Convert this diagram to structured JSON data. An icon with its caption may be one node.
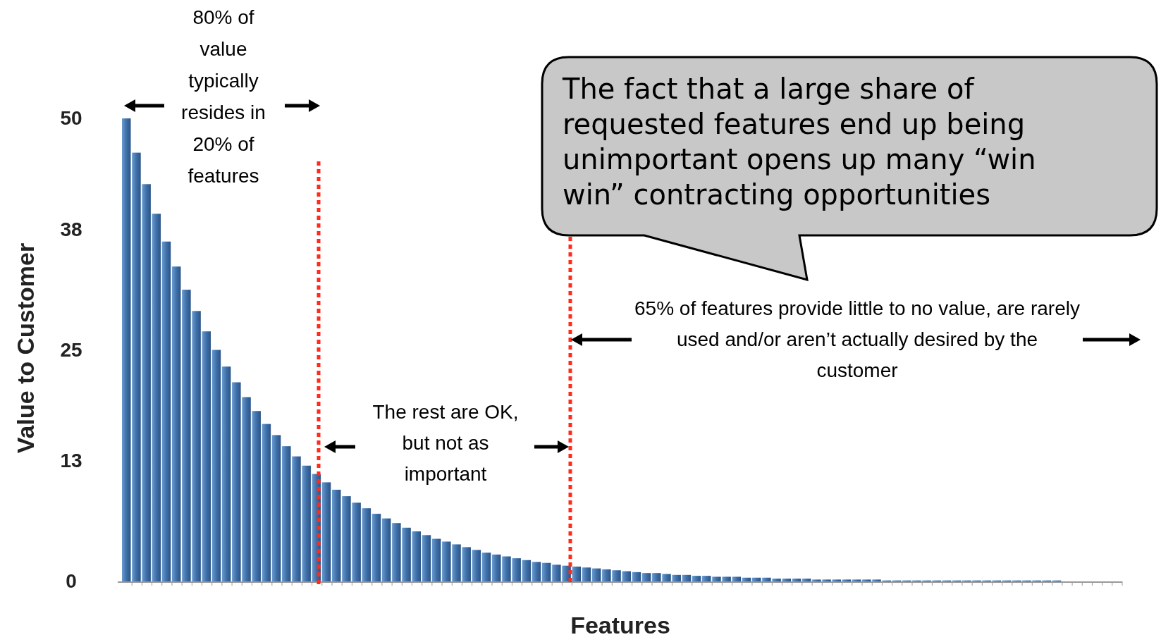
{
  "diagram": {
    "nodes": [
      {
        "text": [
          "The fact that a large share of requested features end up being unimportant opens up many “win win” contracting opportunities"
        ]
      }
    ],
    "edges": [],
    "labels": [
      "80% of value typically resides in 20% of features",
      "The rest are OK, but not as important",
      "65% of features provide little to no value, are rarely used and/or aren’t actually desired by the customer"
    ],
    "chart_data": {
      "type": "bar",
      "xlabel": "Features",
      "ylabel": "Value to Customer",
      "ylim": [
        0,
        50
      ],
      "yticks": [
        0,
        13,
        25,
        38,
        50
      ],
      "values": [
        50.0,
        46.3,
        42.9,
        39.7,
        36.7,
        34.0,
        31.5,
        29.2,
        27.0,
        25.0,
        23.2,
        21.5,
        19.9,
        18.4,
        17.0,
        15.8,
        14.6,
        13.5,
        12.5,
        11.6,
        10.7,
        9.9,
        9.2,
        8.5,
        7.9,
        7.3,
        6.8,
        6.3,
        5.8,
        5.4,
        5.0,
        4.6,
        4.3,
        4.0,
        3.7,
        3.4,
        3.1,
        2.9,
        2.7,
        2.5,
        2.3,
        2.1,
        2.0,
        1.8,
        1.7,
        1.6,
        1.5,
        1.4,
        1.3,
        1.2,
        1.1,
        1.0,
        0.9,
        0.9,
        0.8,
        0.7,
        0.7,
        0.6,
        0.6,
        0.5,
        0.5,
        0.5,
        0.4,
        0.4,
        0.4,
        0.3,
        0.3,
        0.3,
        0.3,
        0.2,
        0.2,
        0.2,
        0.2,
        0.2,
        0.2,
        0.2,
        0.1,
        0.1,
        0.1,
        0.1,
        0.1,
        0.1,
        0.1,
        0.1,
        0.1,
        0.1,
        0.1,
        0.1,
        0.1,
        0.1,
        0.1,
        0.1,
        0.1,
        0.1,
        0.0,
        0.0,
        0.0,
        0.0,
        0.0,
        0.0
      ]
    }
  }
}
